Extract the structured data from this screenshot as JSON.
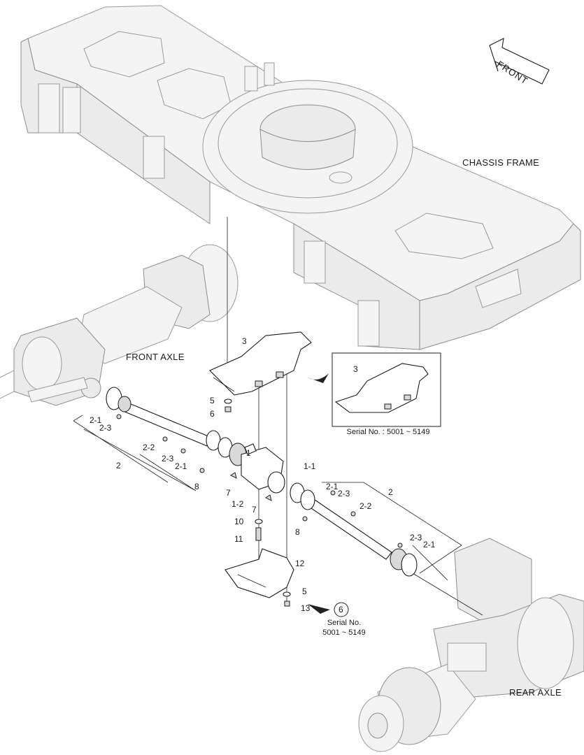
{
  "labels": {
    "chassis_frame": "CHASSIS FRAME",
    "front_axle": "FRONT AXLE",
    "rear_axle": "REAR AXLE",
    "front_arrow": "FRONT"
  },
  "inset": {
    "callout": "3",
    "serial_text": "Serial No. : 5001 ~ 5149"
  },
  "serial_note": {
    "circle_number": "6",
    "line1": "Serial No.",
    "line2": "5001 ~ 5149"
  },
  "callouts": [
    "3",
    "5",
    "6",
    "2-1",
    "2-3",
    "2-2",
    "2-3",
    "2-1",
    "2",
    "8",
    "1",
    "1-1",
    "7",
    "1-2",
    "7",
    "10",
    "11",
    "2-1",
    "2-3",
    "2-2",
    "2",
    "8",
    "2-3",
    "2-1",
    "12",
    "5",
    "13"
  ]
}
